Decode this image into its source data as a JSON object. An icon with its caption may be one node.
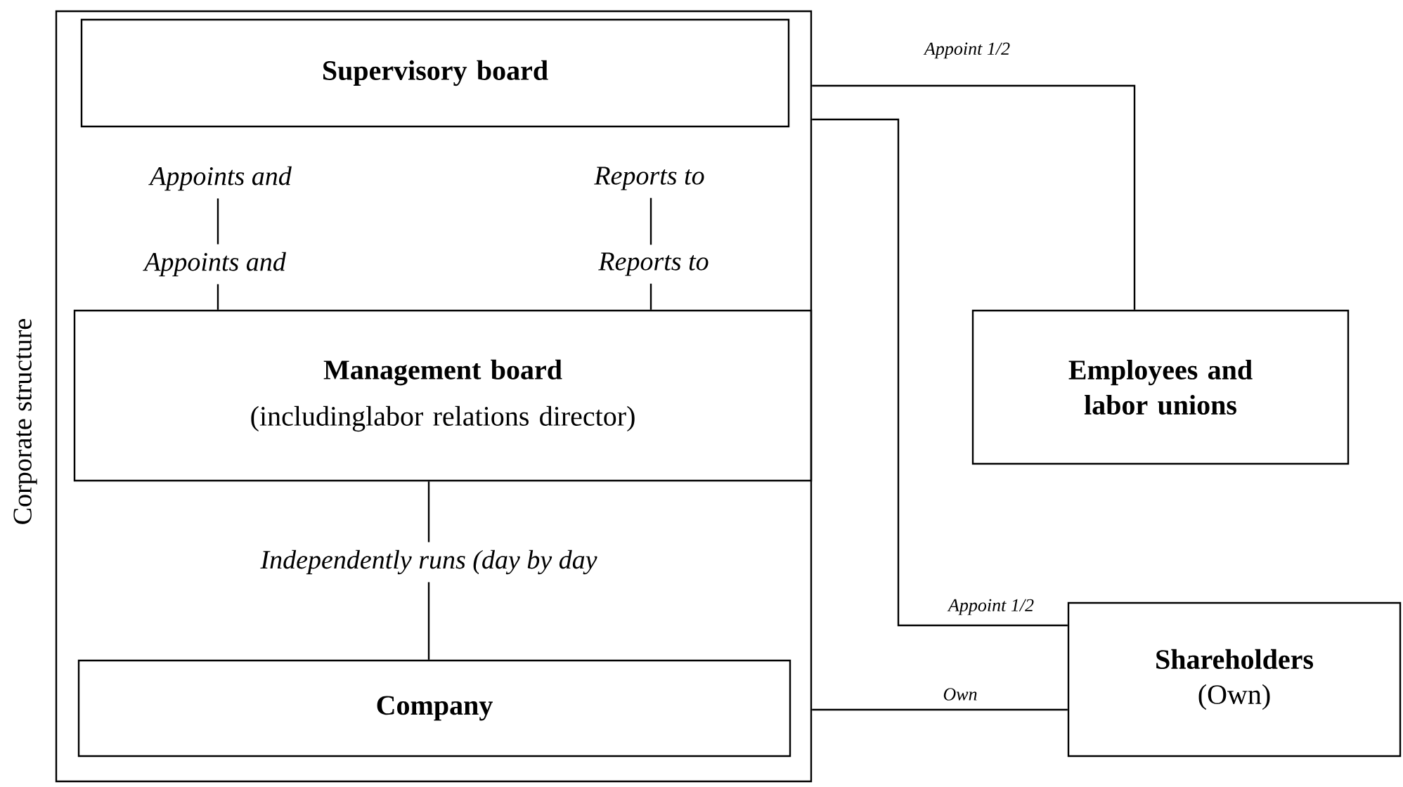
{
  "diagram": {
    "nodes": [
      {
        "text": [
          "Corporate structure"
        ]
      },
      {
        "text": [
          "Supervisory board"
        ],
        "in": 0
      },
      {
        "text": [
          "Appoints and"
        ],
        "in": 0
      },
      {
        "text": [
          "Reports to"
        ],
        "in": 0
      },
      {
        "text": [
          "Appoints and"
        ],
        "in": 0
      },
      {
        "text": [
          "Reports to"
        ],
        "in": 0
      },
      {
        "text": [
          "Management board",
          "(includinglabor relations director)"
        ],
        "in": 0
      },
      {
        "text": [
          "Employees and labor unions"
        ]
      },
      {
        "text": [
          "Independently runs (day by day"
        ],
        "in": 0
      },
      {
        "text": [
          "Company"
        ],
        "in": 0
      },
      {
        "text": [
          "Shareholders",
          "(Own)"
        ]
      }
    ],
    "edges": [
      {
        "from": 2,
        "to": 4,
        "arrow": "none"
      },
      {
        "from": 4,
        "to": 6,
        "arrow": "none"
      },
      {
        "from": 3,
        "to": 5,
        "arrow": "none"
      },
      {
        "from": 5,
        "to": 6,
        "arrow": "none"
      },
      {
        "from": 6,
        "to": 8,
        "arrow": "none"
      },
      {
        "from": 8,
        "to": 9,
        "arrow": "none"
      },
      {
        "from": 0,
        "to": 7,
        "arrow": "none",
        "label": "Appoint 1/2"
      },
      {
        "from": 0,
        "to": 10,
        "arrow": "none",
        "label": "Appoint 1/2"
      },
      {
        "from": 0,
        "to": 10,
        "arrow": "none",
        "label": "Own"
      }
    ]
  }
}
